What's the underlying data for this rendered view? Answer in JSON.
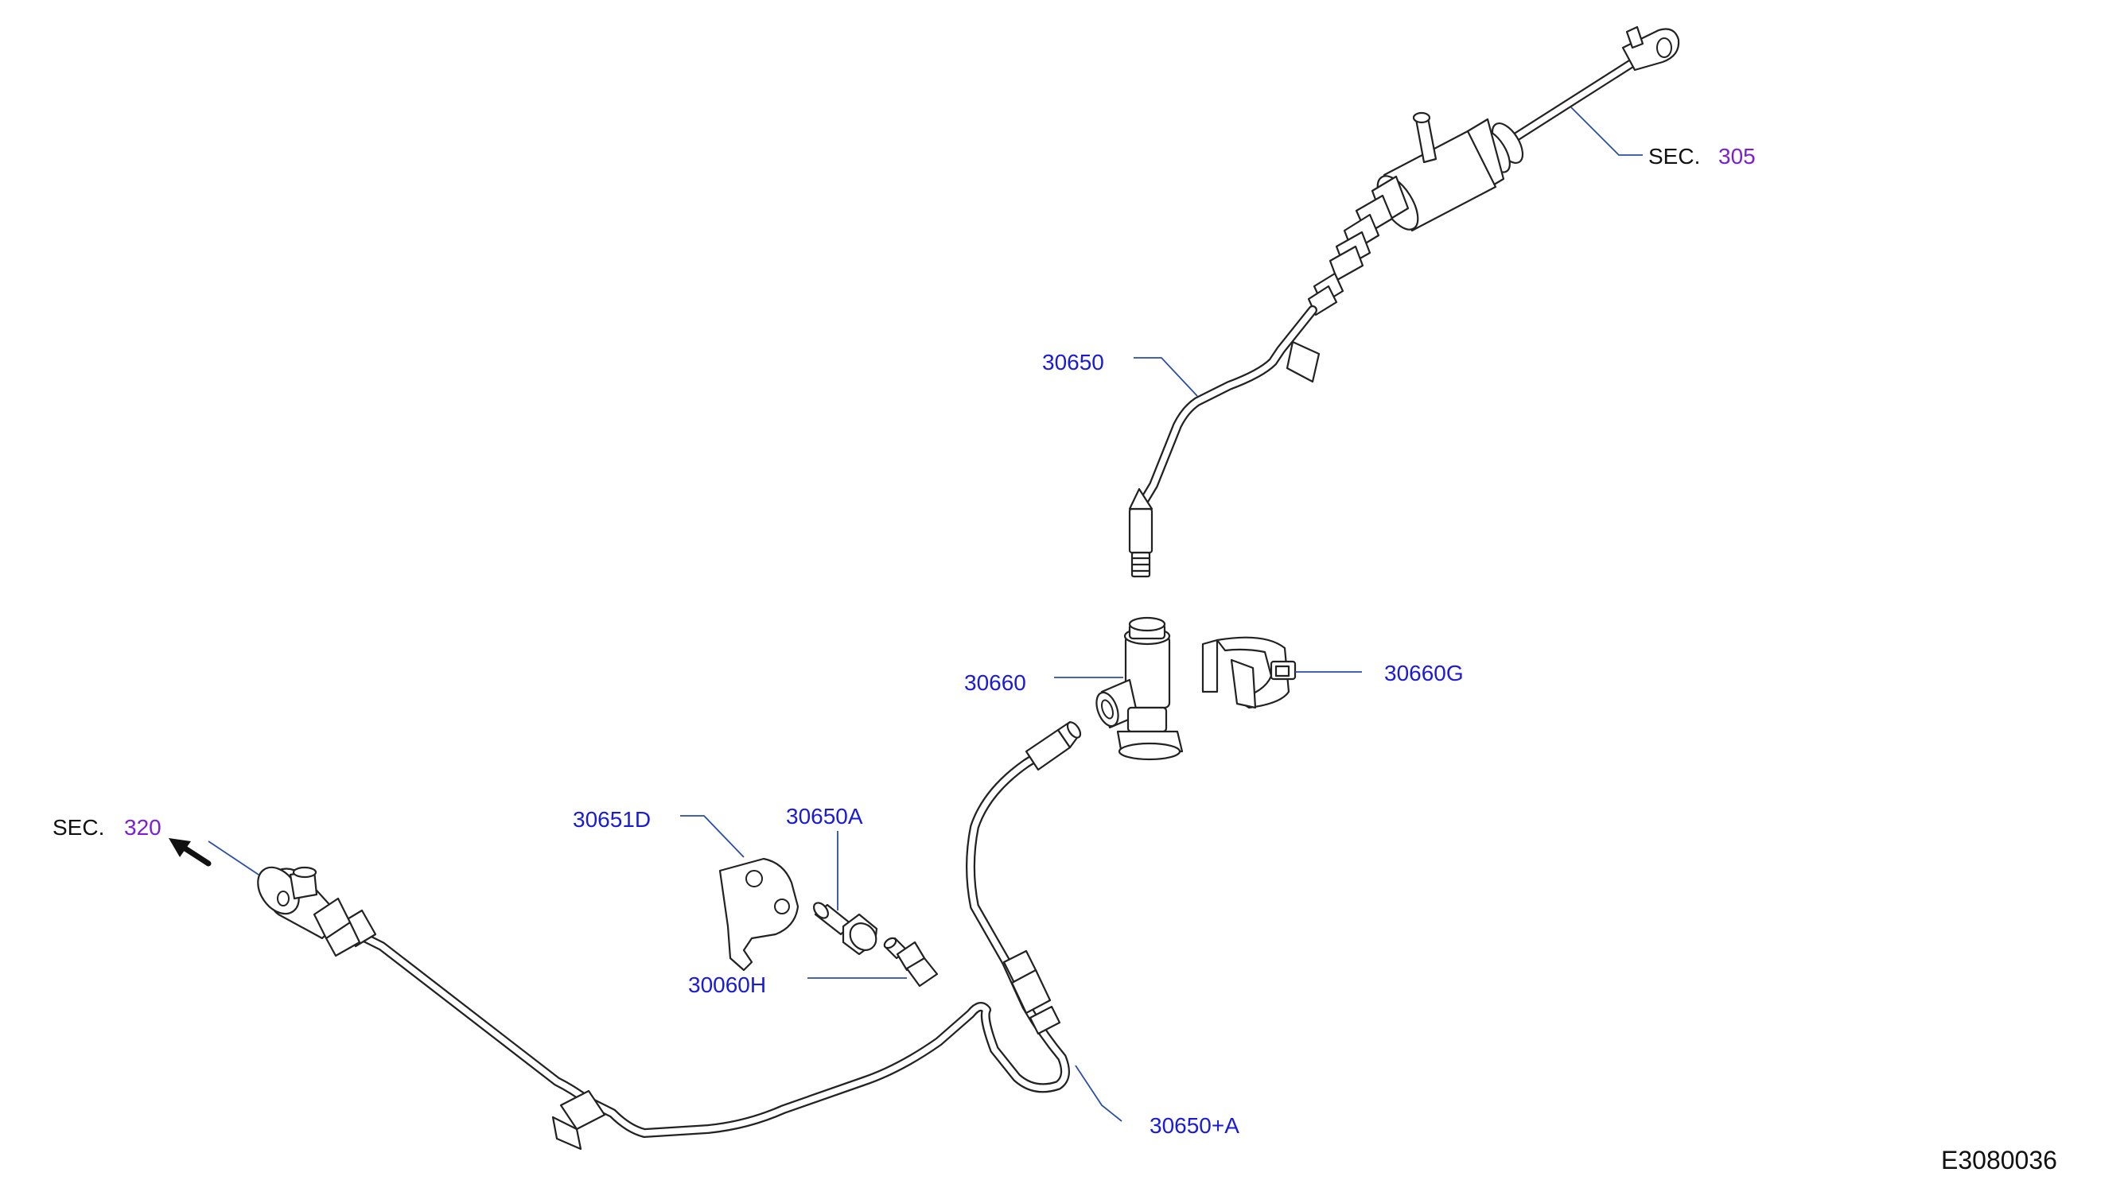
{
  "diagram_id": "E3080036",
  "colors": {
    "part_number": "#1a1adb",
    "section_ref": "#7a1fd6",
    "text": "#111111",
    "leader": "#2a4fa8"
  },
  "section_refs": [
    {
      "prefix": "SEC.",
      "number": "305"
    },
    {
      "prefix": "SEC.",
      "number": "320"
    }
  ],
  "parts": [
    {
      "number": "30650"
    },
    {
      "number": "30660"
    },
    {
      "number": "30660G"
    },
    {
      "number": "30651D"
    },
    {
      "number": "30650A"
    },
    {
      "number": "30060H"
    },
    {
      "number": "30650+A"
    }
  ]
}
